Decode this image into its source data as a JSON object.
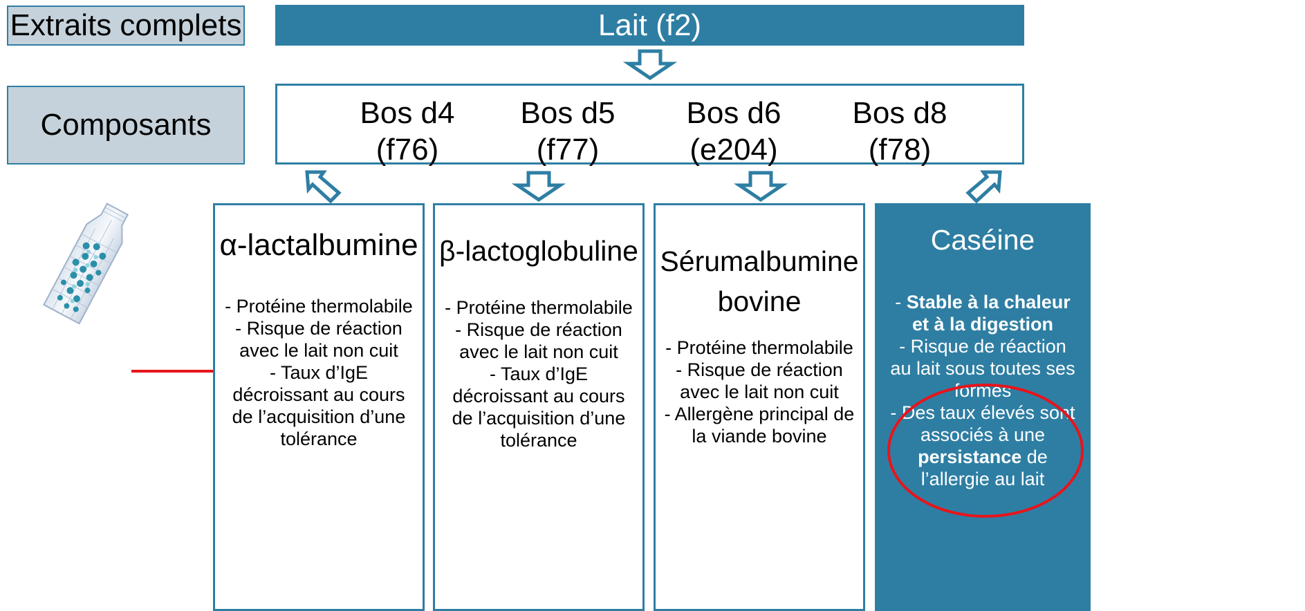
{
  "labels": {
    "extracts": "Extraits complets",
    "components": "Composants"
  },
  "top_bar": "Lait (f2)",
  "components": [
    {
      "name": "Bos d4",
      "code": "(f76)"
    },
    {
      "name": "Bos d5",
      "code": "(f77)"
    },
    {
      "name": "Bos d6",
      "code": "(e204)"
    },
    {
      "name": "Bos d8",
      "code": "(f78)"
    }
  ],
  "cards": [
    {
      "title": "α-lactalbumine",
      "lines": [
        "- Protéine thermolabile",
        "- Risque de réaction",
        "avec le lait non cuit",
        "- Taux d’IgE",
        "décroissant au cours",
        "de l’acquisition d’une",
        "tolérance"
      ]
    },
    {
      "title": "β-lactoglobuline",
      "lines": [
        "- Protéine thermolabile",
        "- Risque de réaction",
        "avec le lait non cuit",
        "- Taux d’IgE",
        "décroissant au cours",
        "de l’acquisition d’une",
        "tolérance"
      ]
    },
    {
      "title_lines": [
        "Sérumalbumine",
        "bovine"
      ],
      "lines": [
        "- Protéine thermolabile",
        "- Risque de réaction",
        "avec le lait non cuit",
        "- Allergène principal de",
        "la viande bovine"
      ]
    },
    {
      "title": "Caséine",
      "lines": {
        "l1_prefix": "- ",
        "l1_bold": "Stable à la chaleur",
        "l2_bold": "et à la digestion",
        "l3": "- Risque de réaction",
        "l4": "au lait sous toutes ses",
        "l5": "formes",
        "l6": "- Des taux élevés sont",
        "l7": "associés à une",
        "l8_bold": "persistance",
        "l8_suffix": " de",
        "l9": "l’allergie au lait"
      }
    }
  ],
  "colors": {
    "accent": "#2e7ea3",
    "label_bg": "#c5d2db",
    "highlight": "#e8141b"
  }
}
